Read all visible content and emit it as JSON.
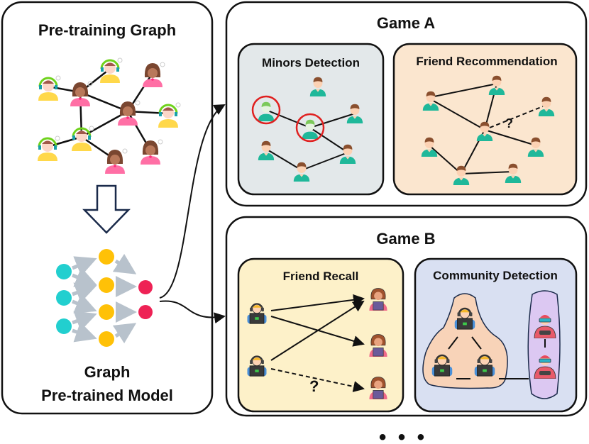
{
  "left_panel": {
    "title": "Pre-training Graph",
    "model_label_line1": "Graph",
    "model_label_line2": "Pre-trained Model"
  },
  "game_a": {
    "title": "Game A",
    "tasks": [
      {
        "title": "Minors Detection"
      },
      {
        "title": "Friend Recommendation",
        "unknown_link_label": "?"
      }
    ]
  },
  "game_b": {
    "title": "Game B",
    "tasks": [
      {
        "title": "Friend Recall",
        "unknown_link_label": "?"
      },
      {
        "title": "Community Detection"
      }
    ]
  },
  "ellipsis": "• • •",
  "colors": {
    "minors_bg": "#e3e8ea",
    "friend_rec_bg": "#fbe6cf",
    "friend_recall_bg": "#fdf1c9",
    "community_bg": "#d9e0f2",
    "highlight": "#e02020",
    "input_node": "#22cfcf",
    "hidden_node": "#ffc107",
    "output_node": "#ee2255"
  }
}
